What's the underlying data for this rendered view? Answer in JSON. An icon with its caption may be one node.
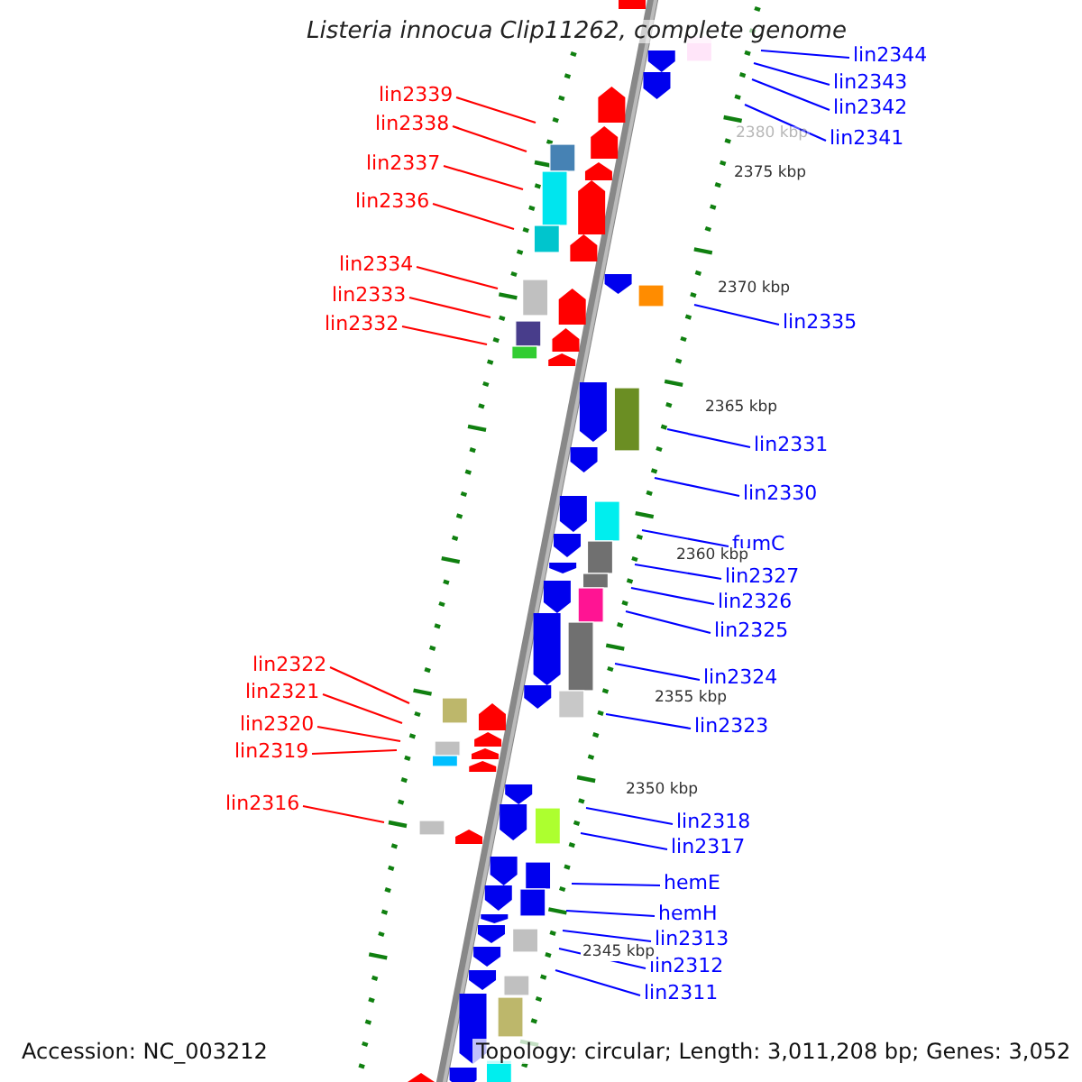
{
  "diagram": {
    "title": "Listeria innocua Clip11262, complete genome",
    "nodes": [
      {
        "text": [
          "lin2344"
        ]
      },
      {
        "text": [
          "lin2343"
        ]
      },
      {
        "text": [
          "lin2339"
        ]
      },
      {
        "text": [
          "lin2342"
        ]
      },
      {
        "text": [
          "lin2338"
        ]
      },
      {
        "text": [
          "lin2341"
        ]
      },
      {
        "text": [
          "lin2337"
        ]
      },
      {
        "text": [
          "lin2336"
        ]
      },
      {
        "text": [
          "lin2334"
        ]
      },
      {
        "text": [
          "lin2333"
        ]
      },
      {
        "text": [
          "lin2335"
        ]
      },
      {
        "text": [
          "lin2332"
        ]
      },
      {
        "text": [
          "lin2331"
        ]
      },
      {
        "text": [
          "lin2330"
        ]
      },
      {
        "text": [
          "fumC"
        ]
      },
      {
        "text": [
          "lin2327"
        ]
      },
      {
        "text": [
          "lin2326"
        ]
      },
      {
        "text": [
          "lin2325"
        ]
      },
      {
        "text": [
          "lin2322"
        ]
      },
      {
        "text": [
          "lin2324"
        ]
      },
      {
        "text": [
          "lin2321"
        ]
      },
      {
        "text": [
          "lin2320"
        ]
      },
      {
        "text": [
          "lin2323"
        ]
      },
      {
        "text": [
          "lin2319"
        ]
      },
      {
        "text": [
          "lin2316"
        ]
      },
      {
        "text": [
          "lin2318"
        ]
      },
      {
        "text": [
          "lin2317"
        ]
      },
      {
        "text": [
          "hemE"
        ]
      },
      {
        "text": [
          "hemH"
        ]
      },
      {
        "text": [
          "lin2313"
        ]
      },
      {
        "text": [
          "lin2312"
        ]
      },
      {
        "text": [
          "lin2311"
        ]
      }
    ],
    "edges": [
      {
        "from": 0,
        "to": null,
        "arrow": "none"
      },
      {
        "from": 1,
        "to": null,
        "arrow": "none"
      },
      {
        "from": 2,
        "to": null,
        "arrow": "none",
        "color": "#ff0000"
      },
      {
        "from": 3,
        "to": null,
        "arrow": "none"
      },
      {
        "from": 4,
        "to": null,
        "arrow": "none",
        "color": "#ff0000"
      },
      {
        "from": 5,
        "to": null,
        "arrow": "none"
      },
      {
        "from": 6,
        "to": null,
        "arrow": "none",
        "color": "#ff0000"
      },
      {
        "from": 7,
        "to": null,
        "arrow": "none",
        "color": "#ff0000"
      },
      {
        "from": 8,
        "to": null,
        "arrow": "none",
        "color": "#ff0000"
      },
      {
        "from": 9,
        "to": null,
        "arrow": "none",
        "color": "#ff0000"
      },
      {
        "from": 10,
        "to": null,
        "arrow": "none"
      },
      {
        "from": 11,
        "to": null,
        "arrow": "none",
        "color": "#ff0000"
      },
      {
        "from": 12,
        "to": null,
        "arrow": "none"
      },
      {
        "from": 13,
        "to": null,
        "arrow": "none"
      },
      {
        "from": 14,
        "to": null,
        "arrow": "none"
      },
      {
        "from": 15,
        "to": null,
        "arrow": "none"
      },
      {
        "from": 16,
        "to": null,
        "arrow": "none"
      },
      {
        "from": 17,
        "to": null,
        "arrow": "none"
      },
      {
        "from": 18,
        "to": null,
        "arrow": "none",
        "color": "#ff0000"
      },
      {
        "from": 19,
        "to": null,
        "arrow": "none"
      },
      {
        "from": 20,
        "to": null,
        "arrow": "none",
        "color": "#ff0000"
      },
      {
        "from": 21,
        "to": null,
        "arrow": "none",
        "color": "#ff0000"
      },
      {
        "from": 22,
        "to": null,
        "arrow": "none"
      },
      {
        "from": 23,
        "to": null,
        "arrow": "none",
        "color": "#ff0000"
      },
      {
        "from": 24,
        "to": null,
        "arrow": "none",
        "color": "#ff0000"
      },
      {
        "from": 25,
        "to": null,
        "arrow": "none"
      },
      {
        "from": 26,
        "to": null,
        "arrow": "none"
      },
      {
        "from": 27,
        "to": null,
        "arrow": "none"
      },
      {
        "from": 28,
        "to": null,
        "arrow": "none"
      },
      {
        "from": 29,
        "to": null,
        "arrow": "none"
      },
      {
        "from": 30,
        "to": null,
        "arrow": "none"
      },
      {
        "from": 31,
        "to": null,
        "arrow": "none"
      }
    ],
    "labels": [
      "2380 kbp",
      "2375 kbp",
      "2370 kbp",
      "2365 kbp",
      "2360 kbp",
      "2355 kbp",
      "2350 kbp",
      "2345 kbp",
      "Accession: NC_003212",
      "Topology: circular; Length: 3,011,208 bp; Genes: 3,052"
    ]
  }
}
